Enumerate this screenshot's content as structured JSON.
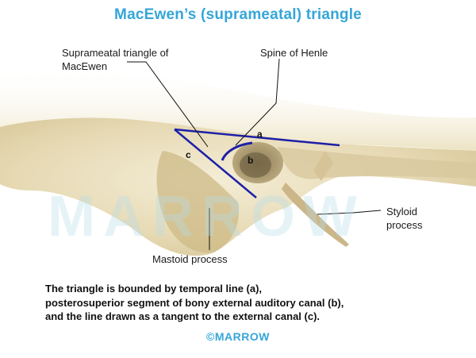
{
  "title": "MacEwen’s (suprameatal) triangle",
  "labels": {
    "suprameatal_line1": "Suprameatal triangle of",
    "suprameatal_line2": "MacEwen",
    "spine": "Spine of Henle",
    "styloid_line1": "Styloid",
    "styloid_line2": "process",
    "mastoid": "Mastoid process",
    "a": "a",
    "b": "b",
    "c": "c"
  },
  "watermark": "MARROW",
  "caption": {
    "line1": "The triangle is bounded by temporal line (a),",
    "line2": "posterosuperior segment of bony external auditory canal (b),",
    "line3": "and the line drawn as a tangent to the external canal (c)."
  },
  "footer": "©MARROW",
  "colors": {
    "title": "#35a6d8",
    "lines": "#1d1fa8",
    "bone": "#ece2c0"
  }
}
